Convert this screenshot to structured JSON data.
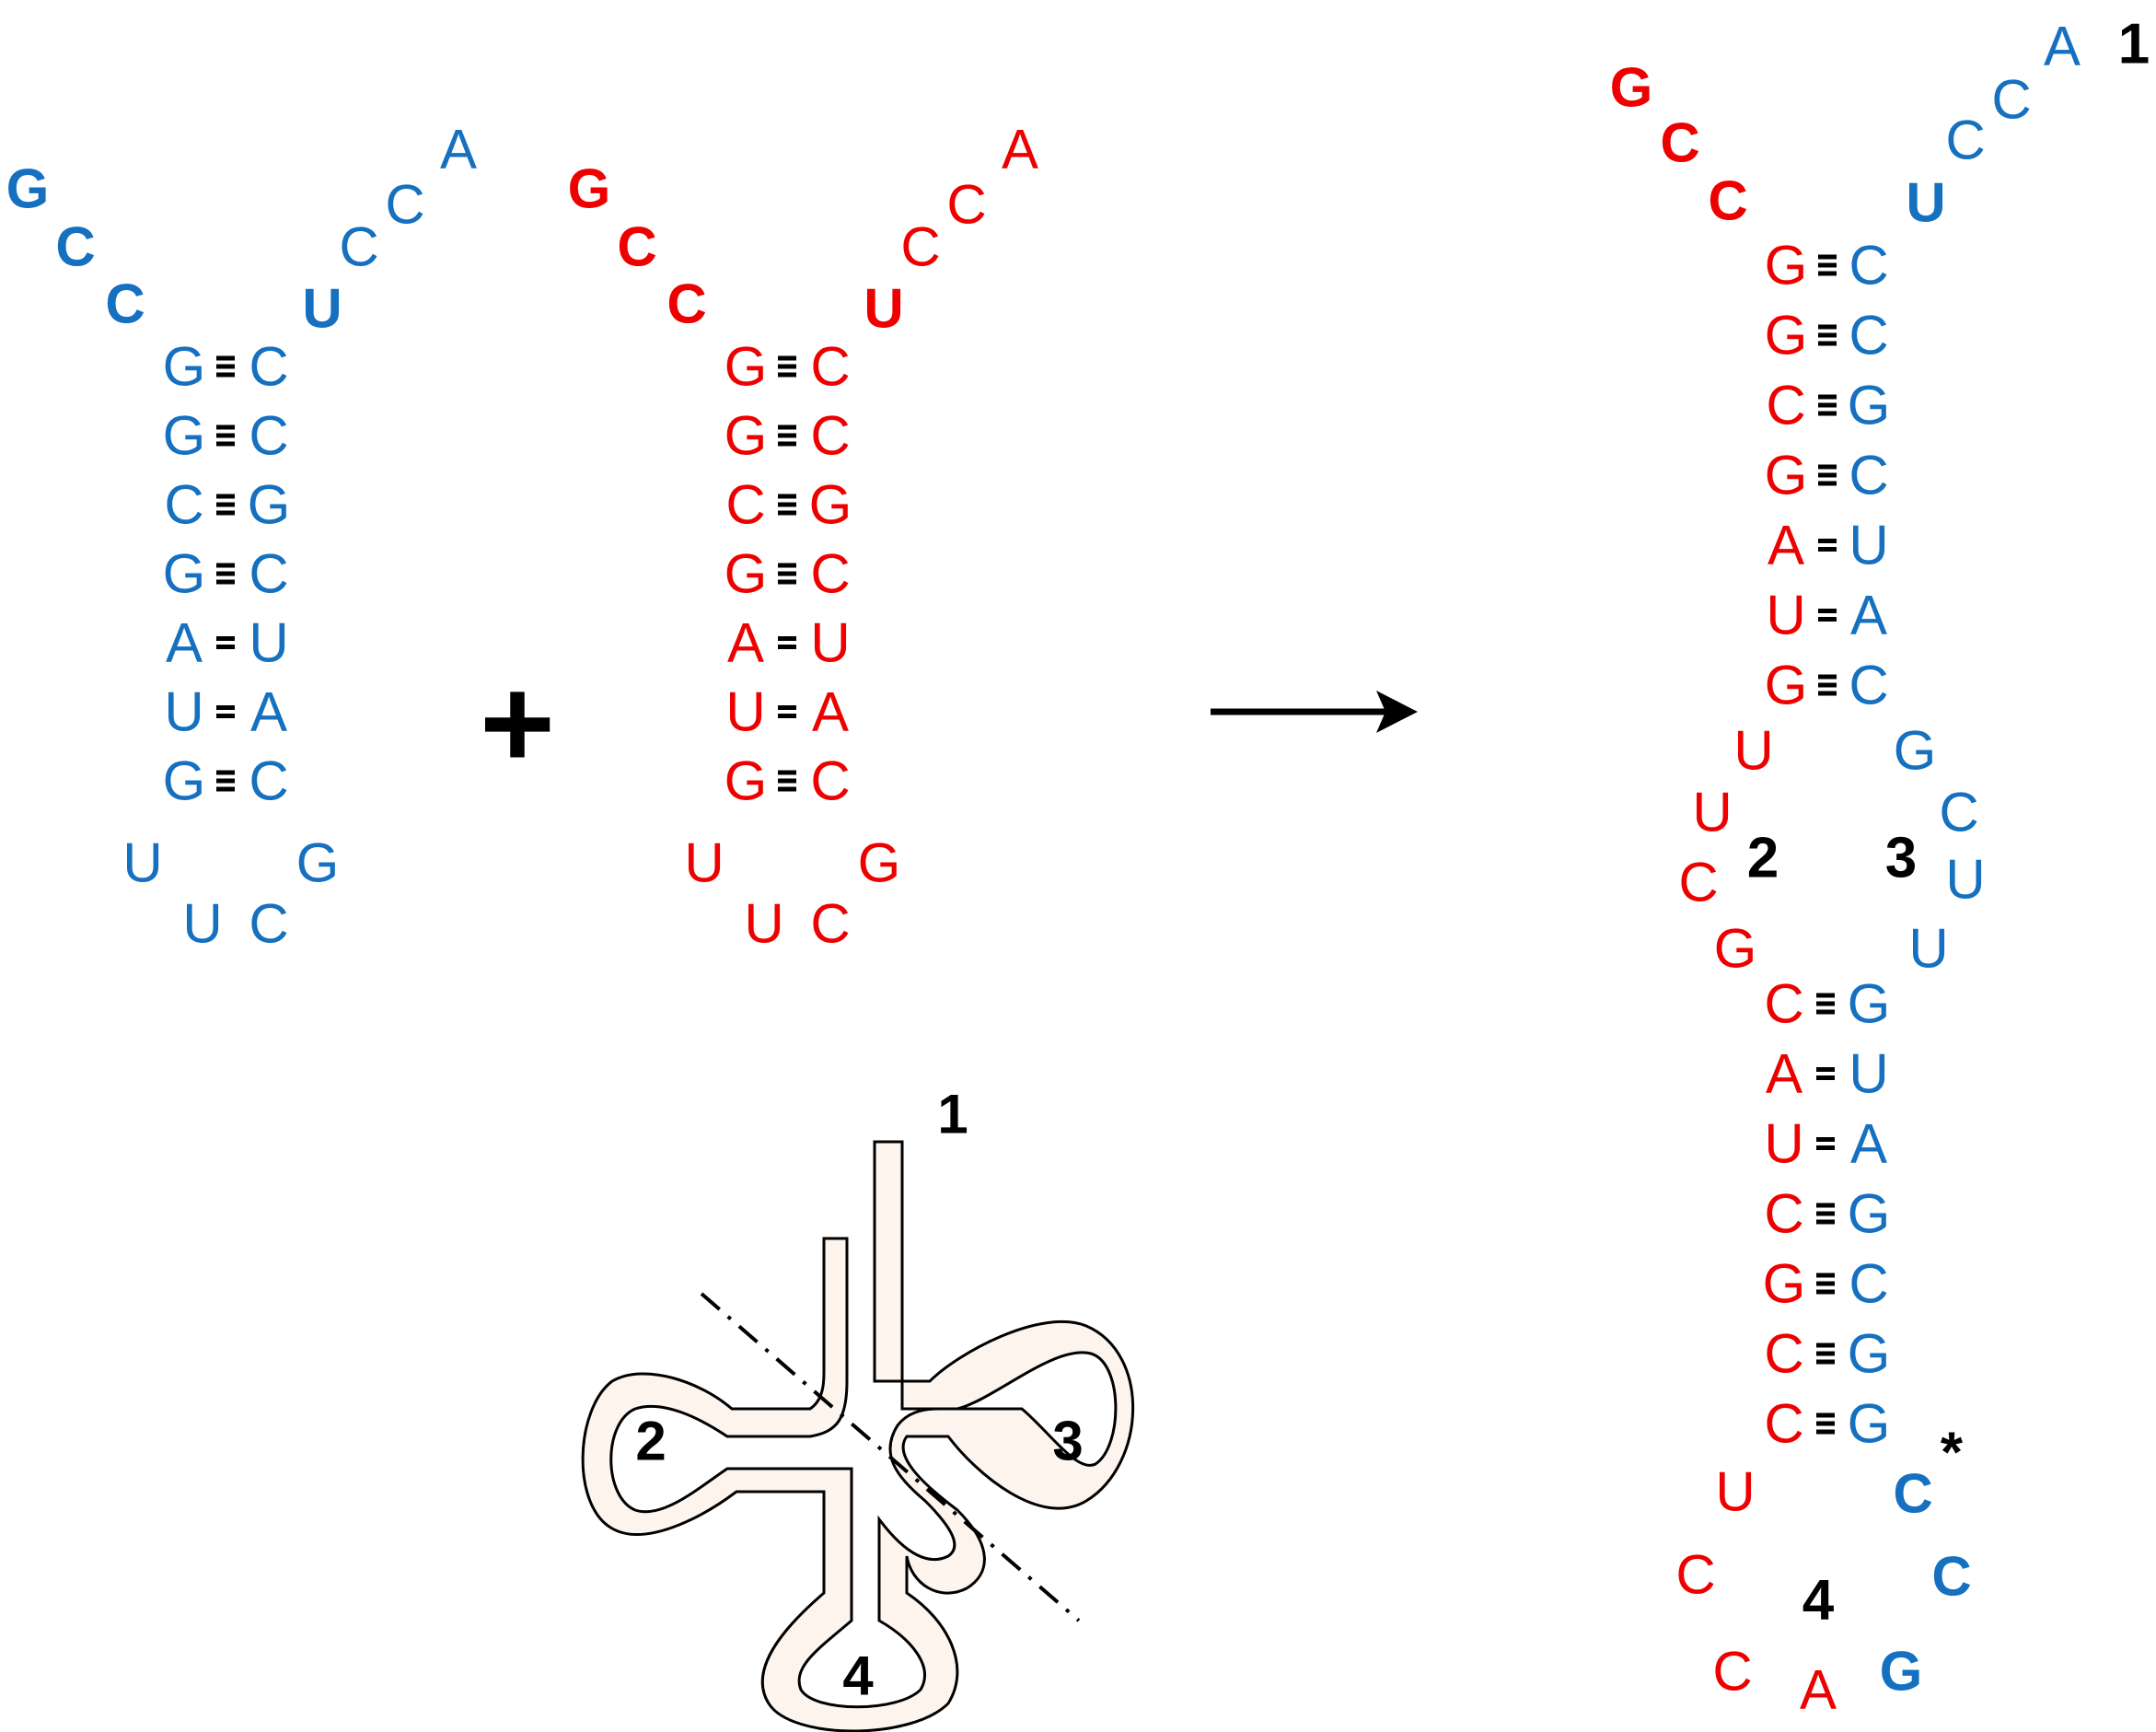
{
  "colors": {
    "blue": "#1570c0",
    "red": "#ee0000",
    "black": "#000000",
    "tube_fill": "#fdf4ee"
  },
  "operator": "+",
  "left_hairpin": {
    "left_tail": [
      "G",
      "C",
      "C"
    ],
    "right_tail": [
      "U",
      "C",
      "C",
      "A"
    ],
    "stem_left": [
      "G",
      "G",
      "C",
      "G",
      "A",
      "U",
      "G"
    ],
    "stem_right": [
      "C",
      "C",
      "G",
      "C",
      "U",
      "A",
      "C"
    ],
    "bonds": [
      "≡",
      "≡",
      "≡",
      "≡",
      "=",
      "=",
      "≡"
    ],
    "loop": [
      "U",
      "U",
      "C",
      "G"
    ]
  },
  "middle_hairpin": {
    "left_tail": [
      "G",
      "C",
      "C"
    ],
    "right_tail": [
      "U",
      "C",
      "C",
      "A"
    ],
    "stem_left": [
      "G",
      "G",
      "C",
      "G",
      "A",
      "U",
      "G"
    ],
    "stem_right": [
      "C",
      "C",
      "G",
      "C",
      "U",
      "A",
      "C"
    ],
    "bonds": [
      "≡",
      "≡",
      "≡",
      "≡",
      "=",
      "=",
      "≡"
    ],
    "loop": [
      "U",
      "U",
      "C",
      "G"
    ]
  },
  "product": {
    "label_1": "1",
    "label_2": "2",
    "label_3": "3",
    "label_4": "4",
    "asterisk": "*",
    "top_left_tail": [
      "G",
      "C",
      "C"
    ],
    "top_right_tail": [
      "U",
      "C",
      "C",
      "A"
    ],
    "stem1_left": [
      "G",
      "G",
      "C",
      "G",
      "A",
      "U",
      "G"
    ],
    "stem1_right": [
      "C",
      "C",
      "G",
      "C",
      "U",
      "A",
      "C"
    ],
    "stem1_bonds": [
      "≡",
      "≡",
      "≡",
      "≡",
      "=",
      "=",
      "≡"
    ],
    "loop2": [
      "U",
      "U",
      "C",
      "G"
    ],
    "loop3": [
      "G",
      "C",
      "U",
      "U"
    ],
    "stem2_left": [
      "C",
      "A",
      "U",
      "C",
      "G",
      "C",
      "C"
    ],
    "stem2_right": [
      "G",
      "U",
      "A",
      "G",
      "C",
      "G",
      "G"
    ],
    "stem2_bonds": [
      "≡",
      "=",
      "=",
      "≡",
      "≡",
      "≡",
      "≡"
    ],
    "loop4_left": [
      "U",
      "C",
      "C",
      "A"
    ],
    "loop4_right": [
      "C",
      "C",
      "G"
    ]
  },
  "schematic": {
    "label_1": "1",
    "label_2": "2",
    "label_3": "3",
    "label_4": "4"
  }
}
